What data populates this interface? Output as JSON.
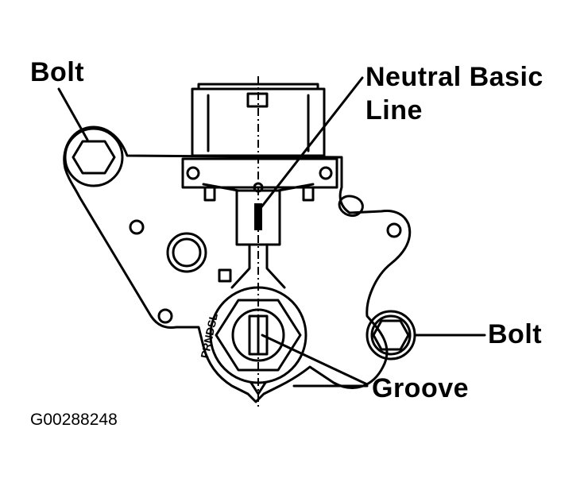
{
  "diagram": {
    "labels": {
      "bolt_left": "Bolt",
      "neutral_line_1": "Neutral Basic",
      "neutral_line_2": "Line",
      "bolt_right": "Bolt",
      "groove": "Groove"
    },
    "reference_code": "G00288248",
    "dial_marks": "PRNDSL",
    "line_color": "#000000",
    "background": "#ffffff"
  }
}
